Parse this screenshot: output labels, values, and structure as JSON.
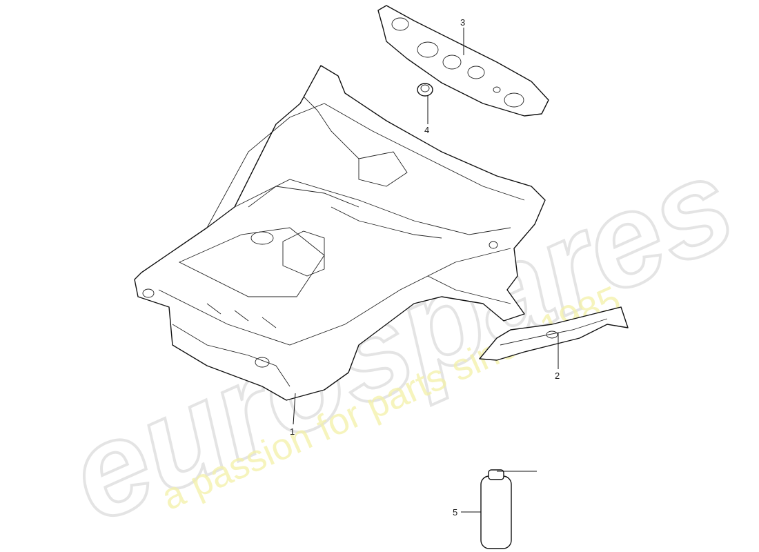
{
  "watermark": {
    "logo_text": "eurospares",
    "tagline": "a passion for parts since 1985"
  },
  "callouts": [
    {
      "id": "1",
      "label": "1"
    },
    {
      "id": "2",
      "label": "2"
    },
    {
      "id": "3",
      "label": "3"
    },
    {
      "id": "4",
      "label": "4"
    },
    {
      "id": "5",
      "label": "5"
    }
  ],
  "colors": {
    "line": "#111111",
    "watermark_logo": "#e4e4e4",
    "watermark_tagline": "#f3f1a8"
  }
}
